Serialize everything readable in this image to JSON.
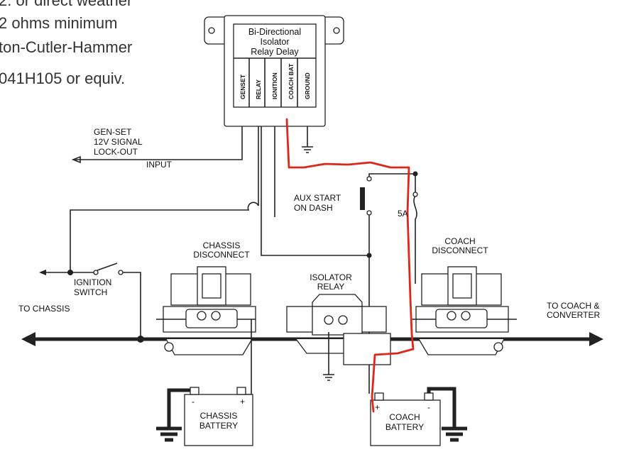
{
  "top_notes": {
    "line1": "2. or direct weather",
    "line2": "2 ohms minimum",
    "line3": "ton-Cutler-Hammer",
    "line4": "041H105 or equiv."
  },
  "module": {
    "title_line1": "Bi-Directional",
    "title_line2": "Isolator",
    "title_line3": "Relay Delay",
    "terminals": [
      "GENSET",
      "RELAY",
      "IGNITION",
      "COACH BAT",
      "GROUND"
    ]
  },
  "labels": {
    "genset_line1": "GEN-SET",
    "genset_line2": "12V SIGNAL",
    "genset_line3": "LOCK-OUT",
    "input": "INPUT",
    "aux_start_line1": "AUX START",
    "aux_start_line2": "ON DASH",
    "fuse": "5A",
    "chassis_disconnect_line1": "CHASSIS",
    "chassis_disconnect_line2": "DISCONNECT",
    "coach_disconnect_line1": "COACH",
    "coach_disconnect_line2": "DISCONNECT",
    "isolator_relay_line1": "ISOLATOR",
    "isolator_relay_line2": "RELAY",
    "ignition_switch_line1": "IGNITION",
    "ignition_switch_line2": "SWITCH",
    "to_chassis": "TO CHASSIS",
    "to_coach_line1": "TO COACH &",
    "to_coach_line2": "CONVERTER",
    "chassis_battery_line1": "CHASSIS",
    "chassis_battery_line2": "BATTERY",
    "coach_battery_line1": "COACH",
    "coach_battery_line2": "BATTERY",
    "minus": "-",
    "plus": "+"
  },
  "colors": {
    "wire": "#222222",
    "highlight_wire": "#e0261b"
  }
}
